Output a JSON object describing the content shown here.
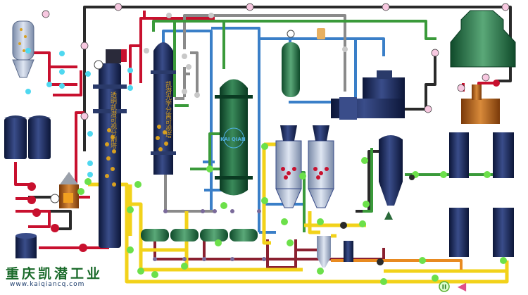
{
  "title": "Process flow diagram",
  "company": {
    "name_cn": "重庆凯潜工业",
    "website": "www.kaiqiancq.com"
  },
  "watermark": "KAI QIAN",
  "equipment": {
    "column1_label": "透明凯潜可视分割塔",
    "column2_label": "凯潜光学分离可视塔"
  },
  "controls": {
    "pause_label": "II",
    "rewind_label": "◀"
  },
  "colors": {
    "pipe_black": "#2a2a2a",
    "pipe_red": "#c8102e",
    "pipe_blue": "#3a7fc8",
    "pipe_green": "#3a9a3a",
    "pipe_yellow": "#f2d21a",
    "pipe_orange": "#e88a20",
    "pipe_grey": "#8a8a8a",
    "vessel_navy": "#1a2a5a",
    "vessel_green": "#1e5a38",
    "node_pink": "#f7c8e0",
    "node_cyan": "#4fd8f0",
    "node_green": "#6ce04a",
    "node_grey": "#c8c8c8",
    "text_green": "#1a6a2a"
  }
}
